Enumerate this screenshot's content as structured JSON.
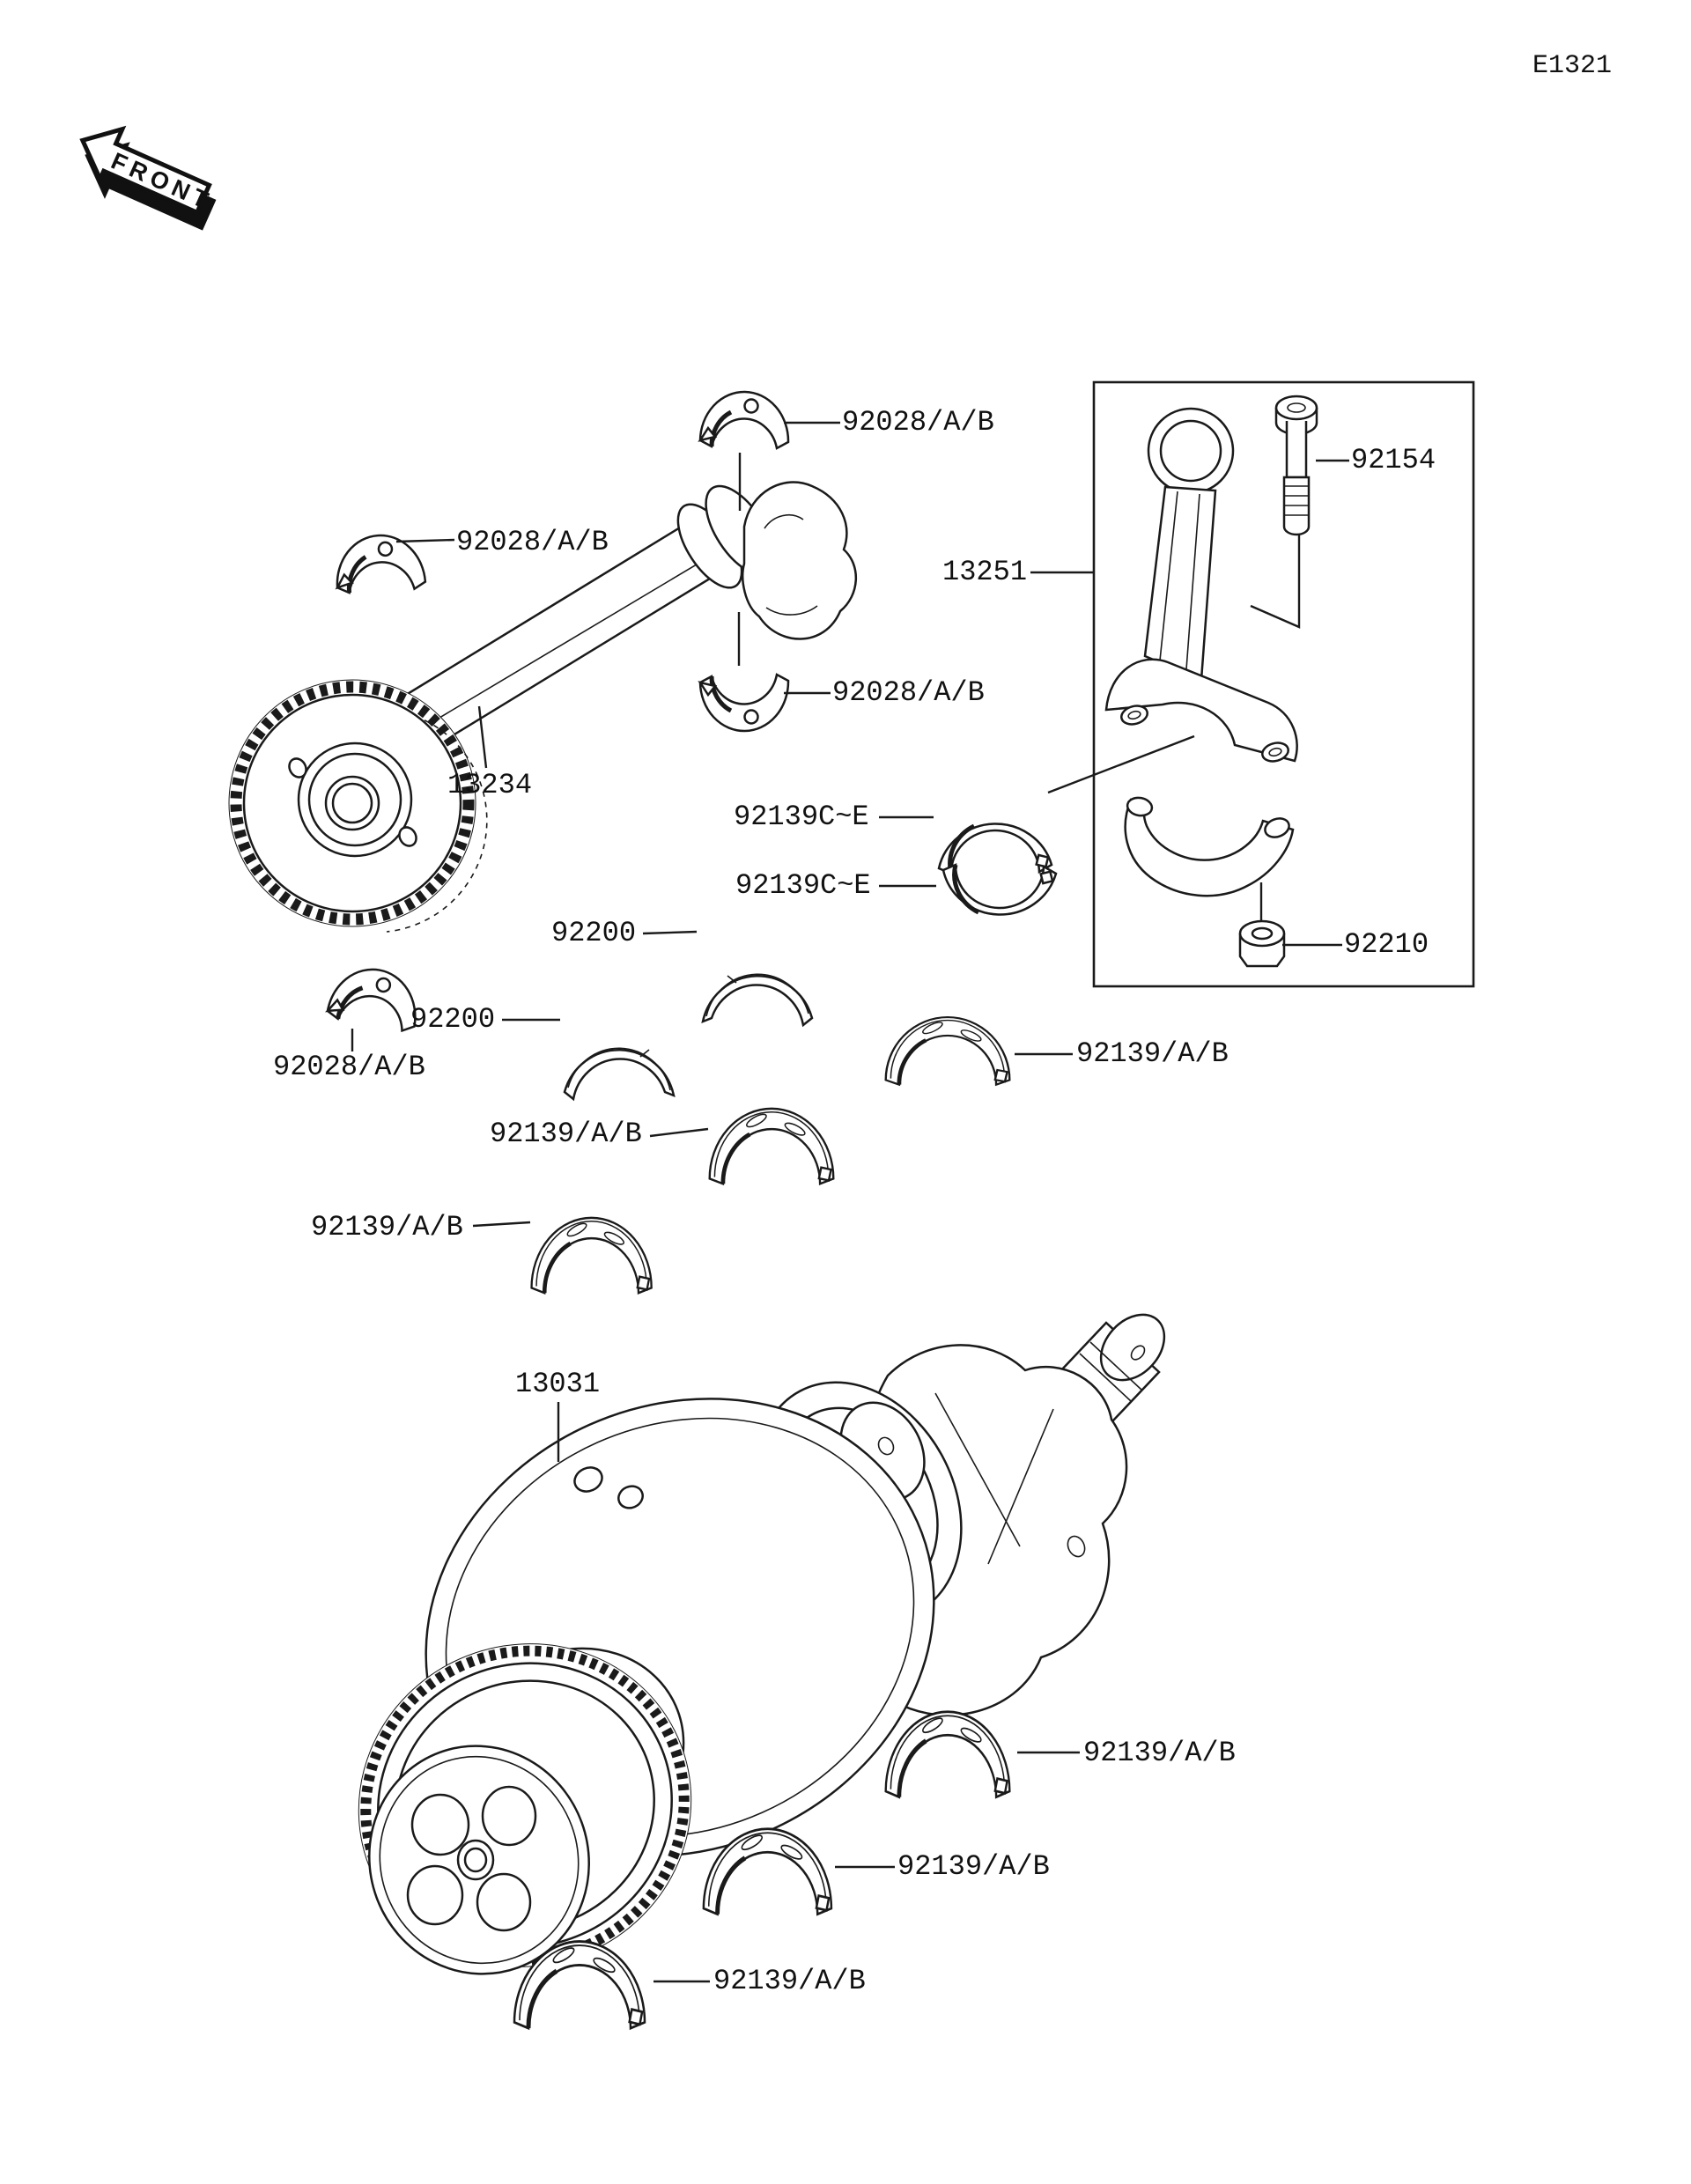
{
  "page": {
    "code": "E1321",
    "background": "#ffffff",
    "line_color": "#1a1a1a"
  },
  "labels": {
    "front": "FRONT",
    "p92028_top": "92028/A/B",
    "p92028_left": "92028/A/B",
    "p92028_mid": "92028/A/B",
    "p92028_gear": "92028/A/B",
    "p13234": "13234",
    "p13251": "13251",
    "p92154": "92154",
    "p92210": "92210",
    "p92139ce_upper": "92139C~E",
    "p92139ce_lower": "92139C~E",
    "p92200_upper": "92200",
    "p92200_lower": "92200",
    "p92139_mid_right": "92139/A/B",
    "p92139_mid_center": "92139/A/B",
    "p92139_mid_left": "92139/A/B",
    "p13031": "13031",
    "p92139_bot_right": "92139/A/B",
    "p92139_bot_center": "92139/A/B",
    "p92139_bot_left": "92139/A/B"
  }
}
